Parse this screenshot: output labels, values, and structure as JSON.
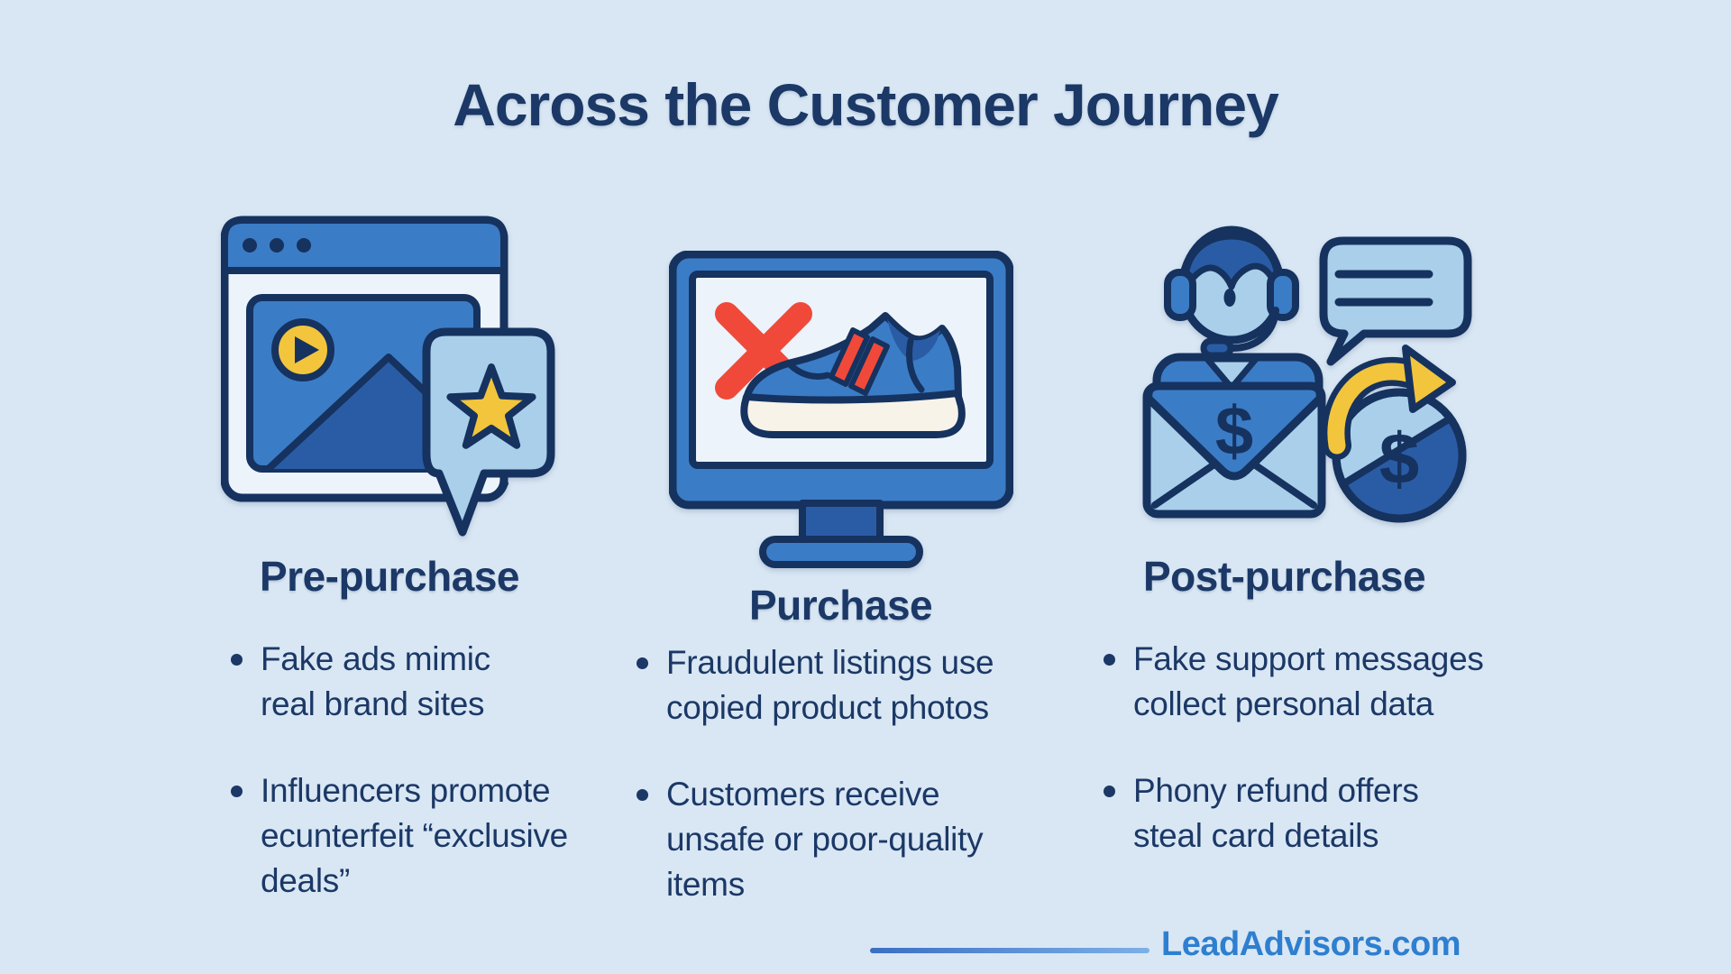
{
  "title": "Across the Customer Journey",
  "columns": [
    {
      "heading": "Pre-purchase",
      "icon": "fake-ad-browser-icon",
      "bullets": [
        "Fake ads mimic\nreal brand sites",
        "Influencers promote\necunterfeit “exclusive\ndeals”"
      ]
    },
    {
      "heading": "Purchase",
      "icon": "counterfeit-sneaker-monitor-icon",
      "bullets": [
        "Fraudulent listings use\ncopied product photos",
        "Customers receive\nunsafe or poor-quality\nitems"
      ]
    },
    {
      "heading": "Post-purchase",
      "icon": "support-scam-cluster-icon",
      "bullets": [
        "Fake support messages\ncollect personal data",
        "Phony refund offers\nsteal card details"
      ]
    }
  ],
  "footer": {
    "brand": "LeadAdvisors.com"
  },
  "icons": {
    "dollar_sign": "$",
    "pre_purchase": [
      "browser-window-icon",
      "play-button-icon",
      "image-mountain-icon",
      "star-review-bubble-icon"
    ],
    "purchase": [
      "monitor-icon",
      "red-x-icon",
      "sneaker-icon"
    ],
    "post_purchase": [
      "headset-agent-icon",
      "chat-bubble-icon",
      "money-envelope-icon",
      "refund-arrow-icon"
    ]
  },
  "colors": {
    "background": "#d9e7f4",
    "navy": "#16325f",
    "text": "#1b3866",
    "blue": "#3b7cc6",
    "dark_blue": "#2a5ca6",
    "light_blue": "#a9cfea",
    "panel": "#ecf3fa",
    "yellow": "#f2c53d",
    "red": "#f0493a",
    "cream": "#f7f3e8",
    "footer_blue": "#2e7fd0"
  }
}
